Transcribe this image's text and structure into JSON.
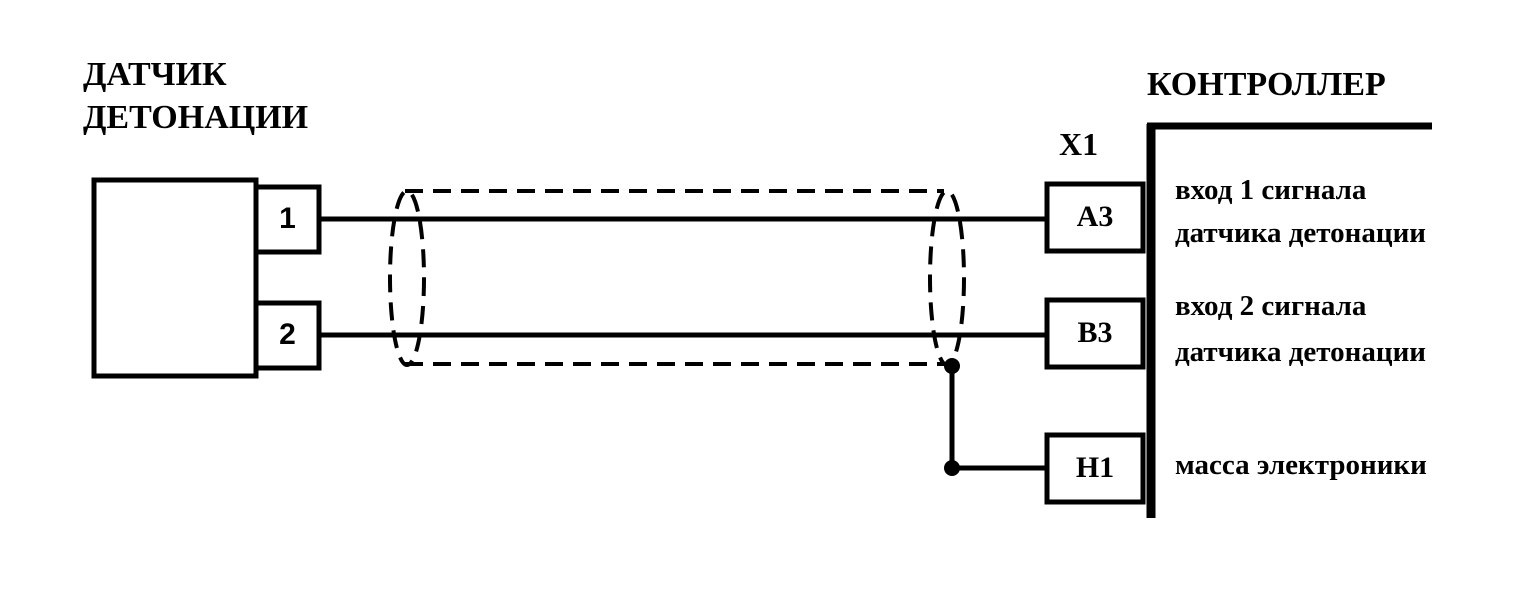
{
  "sensor": {
    "title_line1": "ДАТЧИК",
    "title_line2": "ДЕТОНАЦИИ",
    "pin1": "1",
    "pin2": "2"
  },
  "controller": {
    "title": "КОНТРОЛЛЕР",
    "connector": "X1",
    "pins": [
      {
        "id": "A3",
        "line1": "вход 1 сигнала",
        "line2": "датчика детонации"
      },
      {
        "id": "B3",
        "line1": "вход 2 сигнала",
        "line2": "датчика детонации"
      },
      {
        "id": "H1",
        "line1": "масса электроники"
      }
    ]
  },
  "colors": {
    "ink": "#000000",
    "background": "#ffffff"
  }
}
